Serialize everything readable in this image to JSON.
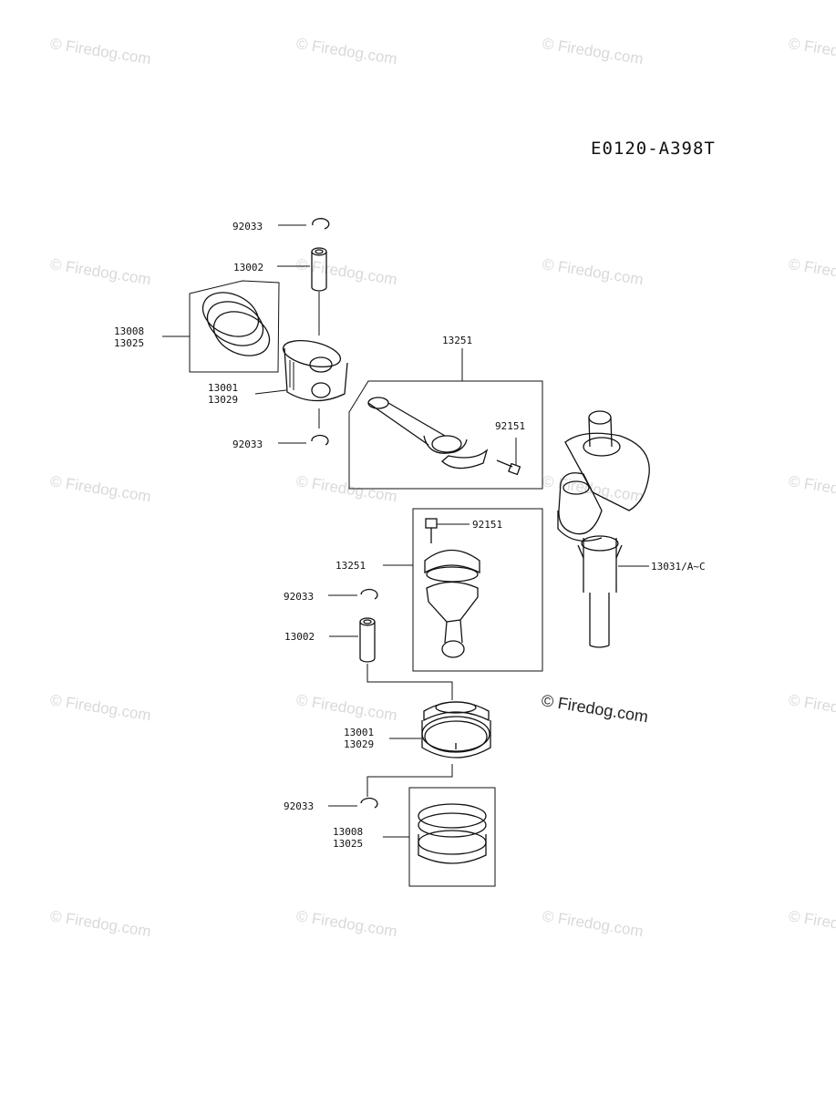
{
  "diagram_code": "E0120-A398T",
  "watermark": "© Firedog.com",
  "copyright": "© Firedog.com",
  "labels": {
    "snap_ring_top": "92033",
    "pin_top": "13002",
    "rings_top_a": "13008",
    "rings_top_b": "13025",
    "piston_top_a": "13001",
    "piston_top_b": "13029",
    "snap_ring_top_lower": "92033",
    "rod_top": "13251",
    "bolt_top": "92151",
    "bolt_bottom": "92151",
    "rod_bottom": "13251",
    "crankshaft": "13031/A~C",
    "snap_ring_bottom": "92033",
    "pin_bottom": "13002",
    "piston_bottom_a": "13001",
    "piston_bottom_b": "13029",
    "snap_ring_bottom_lower": "92033",
    "rings_bottom_a": "13008",
    "rings_bottom_b": "13025"
  }
}
